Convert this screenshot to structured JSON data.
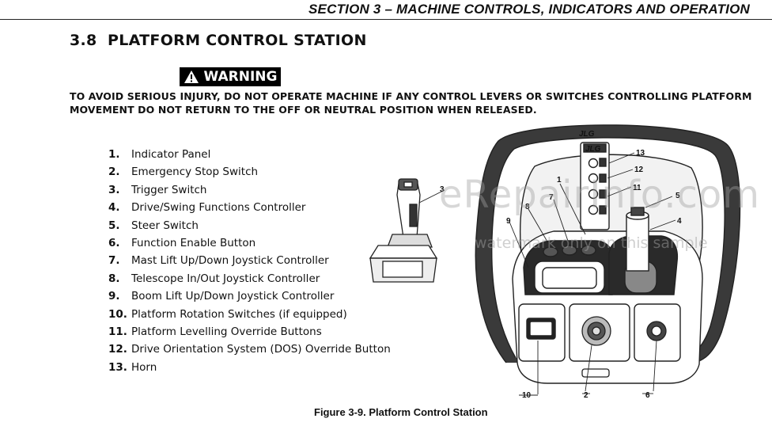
{
  "header": {
    "section_title": "SECTION 3 – MACHINE CONTROLS, INDICATORS AND OPERATION"
  },
  "section": {
    "number": "3.8",
    "title": "PLATFORM CONTROL STATION"
  },
  "warning": {
    "label": "WARNING",
    "text": "TO AVOID SERIOUS INJURY, DO NOT OPERATE MACHINE IF ANY CONTROL LEVERS OR SWITCHES CONTROLLING PLATFORM MOVEMENT DO NOT RETURN TO THE OFF OR NEUTRAL POSITION WHEN RELEASED."
  },
  "legend": [
    {
      "num": "1.",
      "label": "Indicator Panel"
    },
    {
      "num": "2.",
      "label": "Emergency Stop Switch"
    },
    {
      "num": "3.",
      "label": "Trigger Switch"
    },
    {
      "num": "4.",
      "label": "Drive/Swing Functions Controller"
    },
    {
      "num": "5.",
      "label": "Steer Switch"
    },
    {
      "num": "6.",
      "label": "Function Enable Button"
    },
    {
      "num": "7.",
      "label": "Mast Lift Up/Down Joystick Controller"
    },
    {
      "num": "8.",
      "label": "Telescope In/Out Joystick Controller"
    },
    {
      "num": "9.",
      "label": "Boom Lift Up/Down Joystick Controller"
    },
    {
      "num": "10.",
      "label": "Platform Rotation Switches (if equipped)"
    },
    {
      "num": "11.",
      "label": "Platform Levelling Override Buttons"
    },
    {
      "num": "12.",
      "label": "Drive Orientation System (DOS) Override Button"
    },
    {
      "num": "13.",
      "label": "Horn"
    }
  ],
  "figure": {
    "caption": "Figure 3-9. Platform Control Station",
    "brand_mark": "JLG",
    "callouts": {
      "c1": "1",
      "c2": "2",
      "c3": "3",
      "c4": "4",
      "c5": "5",
      "c6": "6",
      "c7": "7",
      "c8": "8",
      "c9": "9",
      "c10": "10",
      "c11": "11",
      "c12": "12",
      "c13": "13"
    }
  },
  "watermark": {
    "logo": "eRepairInfo.com",
    "note": "watermark only on this sample"
  },
  "icons": {
    "warning": "warning-triangle-icon",
    "joystick": "joystick-icon",
    "estop": "emergency-stop-icon"
  }
}
